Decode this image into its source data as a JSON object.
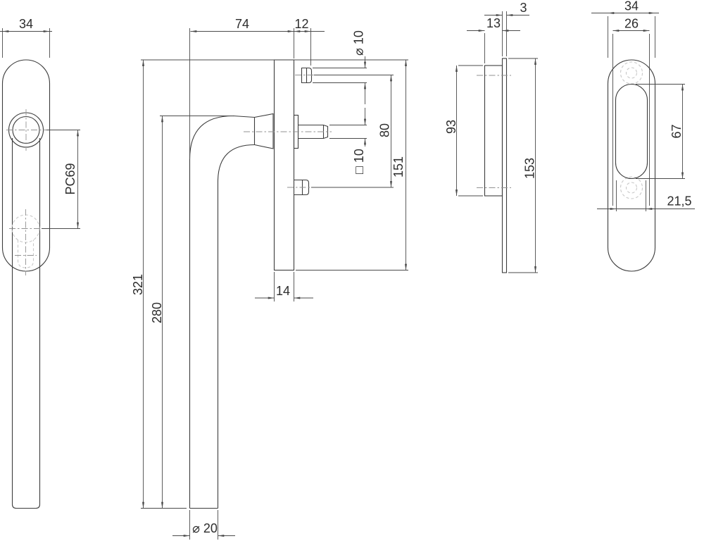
{
  "colors": {
    "outline": "#3c3c3c",
    "dimension": "#4b4b4b",
    "hidden": "#c9c9c9",
    "centerline": "#929292",
    "label": "#2d2d2d",
    "background": "#ffffff"
  },
  "views": {
    "front": {
      "dims": {
        "plate_width": "34",
        "handle_center": "PC69"
      }
    },
    "side": {
      "dims": {
        "handle_reach": "74",
        "screw_offset": "12",
        "screw_head_dia": "⌀ 10",
        "screw_spacing": "80",
        "spindle_square": "□ 10",
        "plate_height": "151",
        "plate_depth": "14",
        "overall_height": "321",
        "grip_length": "280",
        "grip_dia": "⌀ 20"
      }
    },
    "edge": {
      "dims": {
        "plate_thickness": "3",
        "block_thickness": "13",
        "block_height": "93",
        "plate_height": "153"
      }
    },
    "back": {
      "dims": {
        "plate_width": "34",
        "recess_width": "26",
        "slot_height": "67",
        "slot_width": "21,5"
      }
    }
  }
}
